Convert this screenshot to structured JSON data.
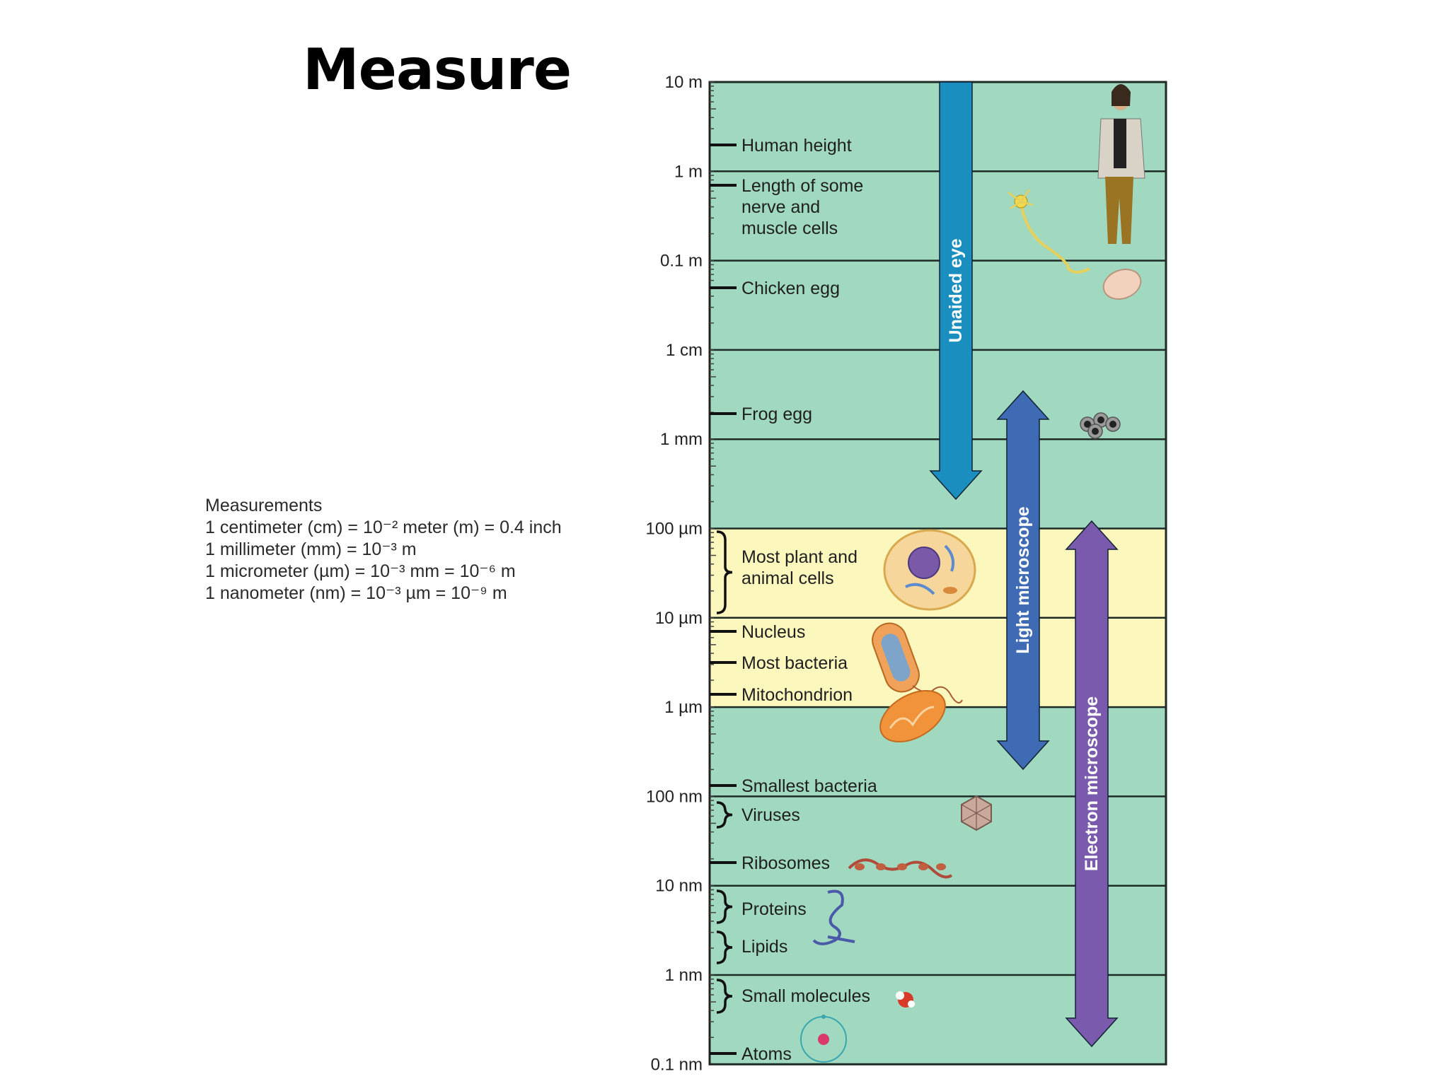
{
  "title": "Measure",
  "measurements": {
    "heading": "Measurements",
    "lines": [
      "1 centimeter (cm) = 10⁻² meter (m) = 0.4 inch",
      "1 millimeter (mm) = 10⁻³ m",
      "1 micrometer (µm) = 10⁻³ mm = 10⁻⁶ m",
      "1 nanometer (nm) = 10⁻³ µm = 10⁻⁹ m"
    ]
  },
  "scale": {
    "ticks": [
      "10 m",
      "1 m",
      "0.1 m",
      "1 cm",
      "1 mm",
      "100 µm",
      "10 µm",
      "1 µm",
      "100 nm",
      "10 nm",
      "1 nm",
      "0.1 nm"
    ],
    "items": [
      {
        "lines": [
          "Human height"
        ],
        "marker": "tick",
        "icon": "human-figure-icon"
      },
      {
        "lines": [
          "Length of some",
          "nerve and",
          "muscle cells"
        ],
        "marker": "tick",
        "icon": "nerve-cell-icon"
      },
      {
        "lines": [
          "Chicken egg"
        ],
        "marker": "tick",
        "icon": "chicken-egg-icon"
      },
      {
        "lines": [
          "Frog egg"
        ],
        "marker": "tick",
        "icon": "frog-eggs-icon"
      },
      {
        "lines": [
          "Most plant and",
          "animal cells"
        ],
        "marker": "brace",
        "icon": "animal-cell-icon"
      },
      {
        "lines": [
          "Nucleus"
        ],
        "marker": "tick",
        "icon": ""
      },
      {
        "lines": [
          "Most bacteria"
        ],
        "marker": "tick",
        "icon": "bacterium-icon"
      },
      {
        "lines": [
          "Mitochondrion"
        ],
        "marker": "tick",
        "icon": "mitochondrion-icon"
      },
      {
        "lines": [
          "Smallest bacteria"
        ],
        "marker": "tick",
        "icon": ""
      },
      {
        "lines": [
          "Viruses"
        ],
        "marker": "brace",
        "icon": "virus-icon"
      },
      {
        "lines": [
          "Ribosomes"
        ],
        "marker": "tick",
        "icon": "ribosome-chain-icon"
      },
      {
        "lines": [
          "Proteins"
        ],
        "marker": "brace",
        "icon": "protein-icon"
      },
      {
        "lines": [
          "Lipids"
        ],
        "marker": "brace",
        "icon": ""
      },
      {
        "lines": [
          "Small molecules"
        ],
        "marker": "brace",
        "icon": "small-molecule-icon"
      },
      {
        "lines": [
          "Atoms"
        ],
        "marker": "tick",
        "icon": "atom-icon"
      }
    ],
    "ranges": [
      {
        "label": "Unaided eye",
        "from": "10 m",
        "to": "100 µm",
        "color": "#1a8fbf"
      },
      {
        "label": "Light microscope",
        "from": "1 mm",
        "to": "100 nm",
        "color": "#3f6bb5"
      },
      {
        "label": "Electron microscope",
        "from": "100 µm",
        "to": "0.1 nm",
        "color": "#7a5aad"
      }
    ],
    "colors": {
      "background": "#a0d9bf",
      "cell_band": "#fbf7bd",
      "grid_line": "#1e2a26"
    }
  }
}
